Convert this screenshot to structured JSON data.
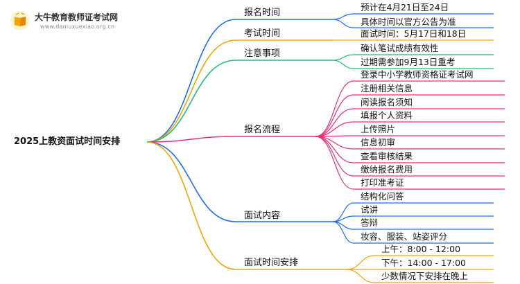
{
  "logo": {
    "title": "大牛教育教师证考试网",
    "subtitle": "www.daniuxuexiao.org.cn"
  },
  "root": "2025上教资面试时间安排",
  "colors": {
    "blue": "#1a6bff",
    "orange": "#f5a300",
    "green": "#1fbf74",
    "pink": "#ec2f7b"
  },
  "branches": [
    {
      "label": "报名时间",
      "color": "blue",
      "children": [
        "预计在4月21日至24日",
        "具体时间以官方公告为准"
      ]
    },
    {
      "label": "考试时间",
      "color": "orange",
      "children": [
        "面试时间：5月17日和18日"
      ]
    },
    {
      "label": "注意事项",
      "color": "green",
      "children": [
        "确认笔试成绩有效性",
        "过期需参加9月13日重考"
      ]
    },
    {
      "label": "报名流程",
      "color": "pink",
      "children": [
        "登录中小学教师资格证考试网",
        "注册相关信息",
        "阅读报名须知",
        "填报个人资料",
        "上传照片",
        "信息初审",
        "查看审核结果",
        "缴纳报名费用",
        "打印准考证"
      ]
    },
    {
      "label": "面试内容",
      "color": "blue",
      "children": [
        "结构化问答",
        "试讲",
        "答辩",
        "妆容、服装、站姿评分"
      ]
    },
    {
      "label": "面试时间安排",
      "color": "orange",
      "children": [
        "上午：8:00 - 12:00",
        "下午：14:00 - 17:00",
        "少数情况下安排在晚上"
      ]
    }
  ]
}
